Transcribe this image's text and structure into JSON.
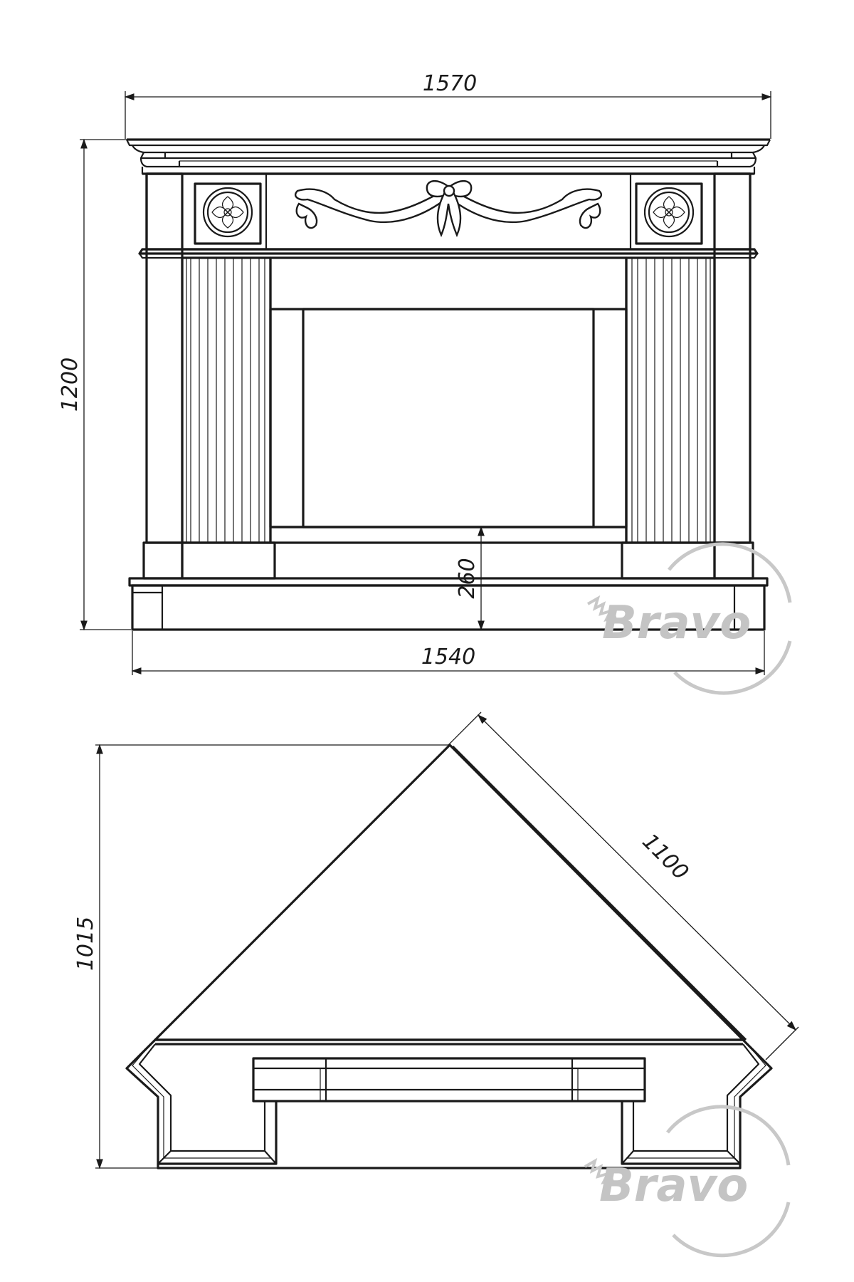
{
  "front_view": {
    "width_top": "1570",
    "height": "1200",
    "inner_height": "260",
    "width_bottom": "1540"
  },
  "top_view": {
    "depth": "1015",
    "side_length": "1100"
  },
  "watermark": {
    "brand": "Bravo"
  },
  "colors": {
    "line": "#1a1a1a",
    "watermark": "#c4c4c4"
  }
}
